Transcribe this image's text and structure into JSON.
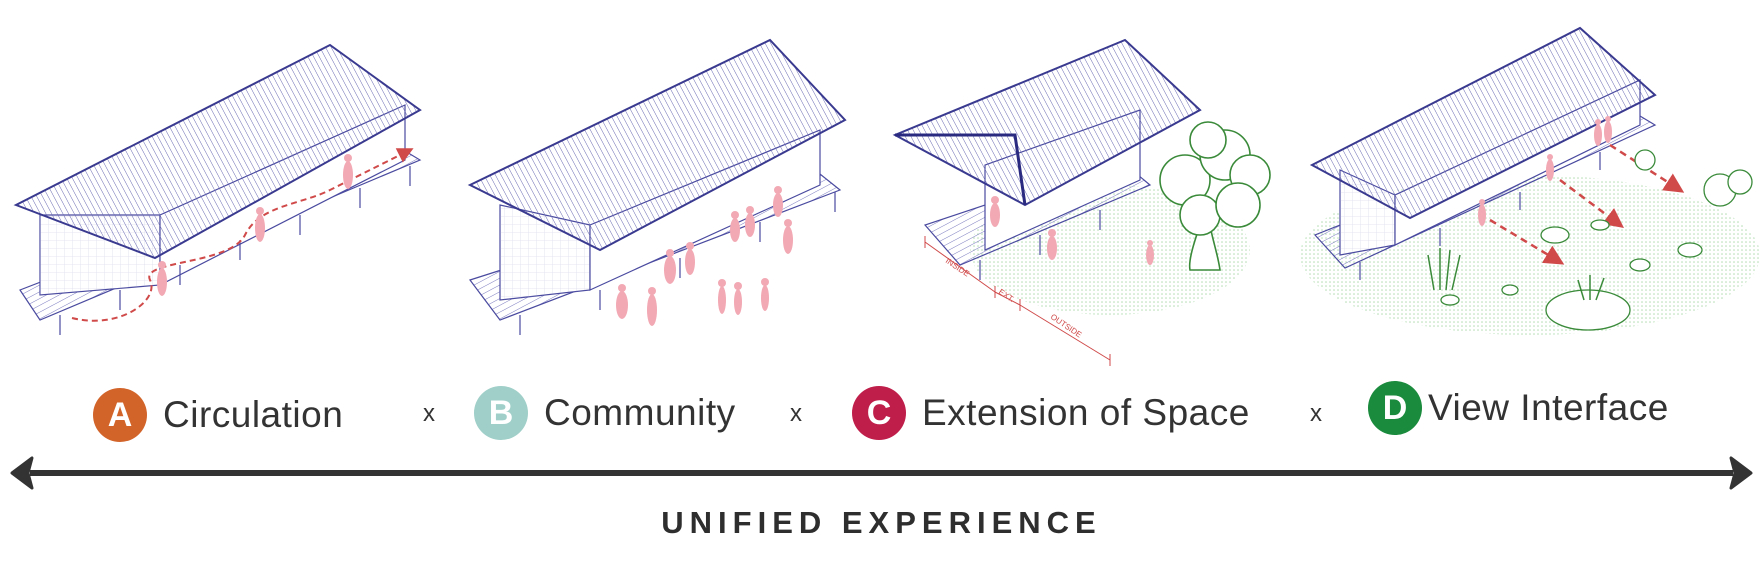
{
  "colors": {
    "line": "#4a4aa0",
    "roof": "#5a5aa8",
    "people": "#f2a9b4",
    "path": "#d04a4a",
    "tree": "#3a8a3a",
    "ground": "#e6f3e6",
    "arrow": "#333333"
  },
  "items": [
    {
      "letter": "A",
      "label": "Circulation",
      "color": "#d2642a"
    },
    {
      "letter": "B",
      "label": "Community",
      "color": "#9fcfc8"
    },
    {
      "letter": "C",
      "label": "Extension of Space",
      "color": "#bf1d4a"
    },
    {
      "letter": "D",
      "label": "View Interface",
      "color": "#1a8a3c"
    }
  ],
  "separator": "x",
  "annotations": {
    "inside": "INSIDE",
    "ext": "EXT.",
    "outside": "OUTSIDE"
  },
  "footer": "UNIFIED EXPERIENCE"
}
